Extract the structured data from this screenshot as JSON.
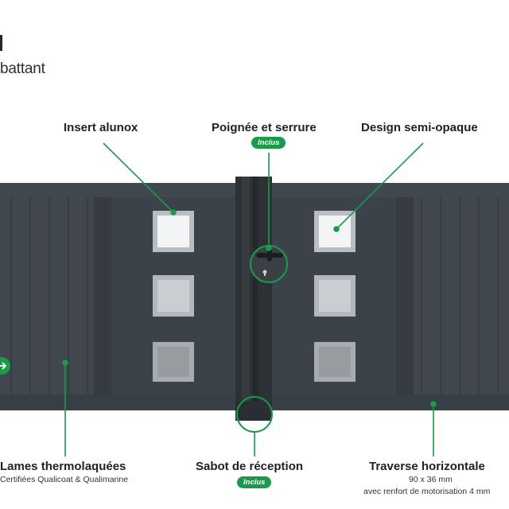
{
  "header": {
    "subtitle": "battant"
  },
  "callouts": {
    "insert": {
      "title": "Insert alunox"
    },
    "handle": {
      "title": "Poignée et serrure",
      "badge": "Inclus"
    },
    "design": {
      "title": "Design semi-opaque"
    },
    "slats": {
      "title": "Lames thermolaquées",
      "subtitle": "Certifiées Qualicoat & Qualimarine"
    },
    "stop": {
      "title": "Sabot de réception",
      "badge": "Inclus"
    },
    "rail": {
      "title": "Traverse horizontale",
      "dimensions": "90 x 36 mm",
      "note": "avec renfort de motorisation 4 mm"
    }
  },
  "colors": {
    "gate": "#3e444b",
    "gate_dark": "#2f343a",
    "accent": "#1a9a4a"
  },
  "icons": {
    "nav": "arrow-right-icon",
    "lock": "keyhole-icon"
  }
}
